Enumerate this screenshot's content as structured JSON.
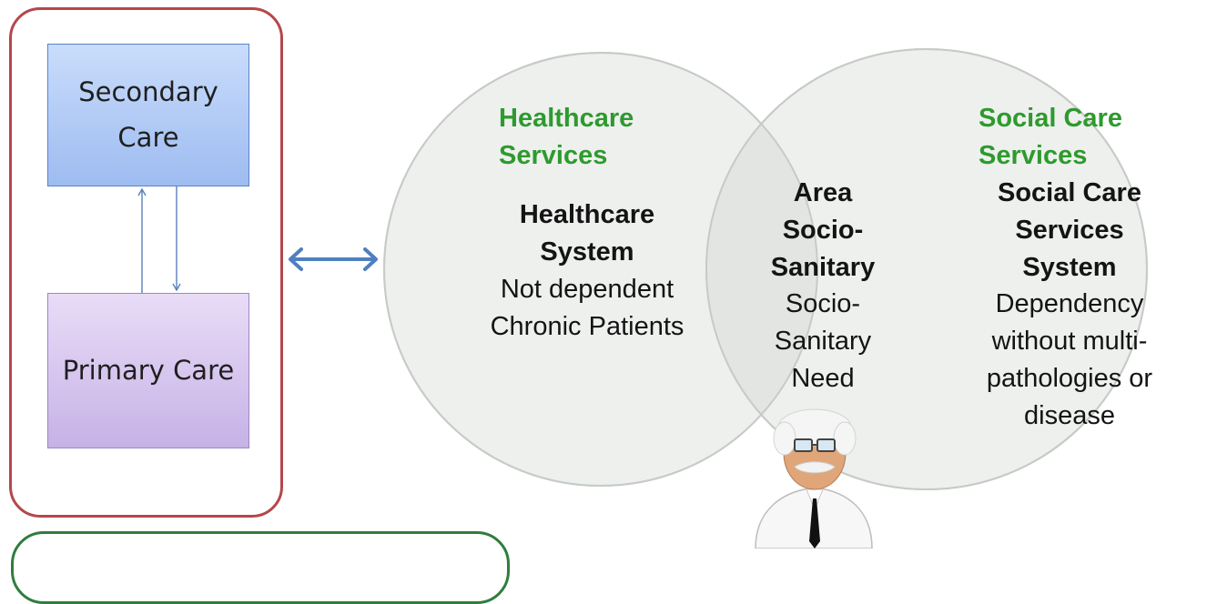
{
  "care_panel": {
    "secondary_care_label": "Secondary Care",
    "primary_care_label": "Primary Care"
  },
  "venn": {
    "healthcare": {
      "heading": "Healthcare Services",
      "system": "Healthcare System",
      "description": "Not dependent Chronic Patients"
    },
    "overlap": {
      "title": "Area Socio-Sanitary",
      "description": "Socio-Sanitary Need"
    },
    "social": {
      "heading": "Social Care Services",
      "system": "Social Care Services System",
      "description": "Dependency without multi-pathologies or disease"
    }
  },
  "colors": {
    "panel_border": "#b5474a",
    "green_panel_border": "#2f7d3f",
    "heading_green": "#2e9a2e",
    "arrow_blue": "#4f7fc0",
    "circle_fill": "#eef0ee",
    "circle_stroke": "#c7cbc7"
  },
  "icons": {
    "connector_arrow": "double-headed-arrow-icon",
    "mascot": "doctor-mascot-icon"
  }
}
